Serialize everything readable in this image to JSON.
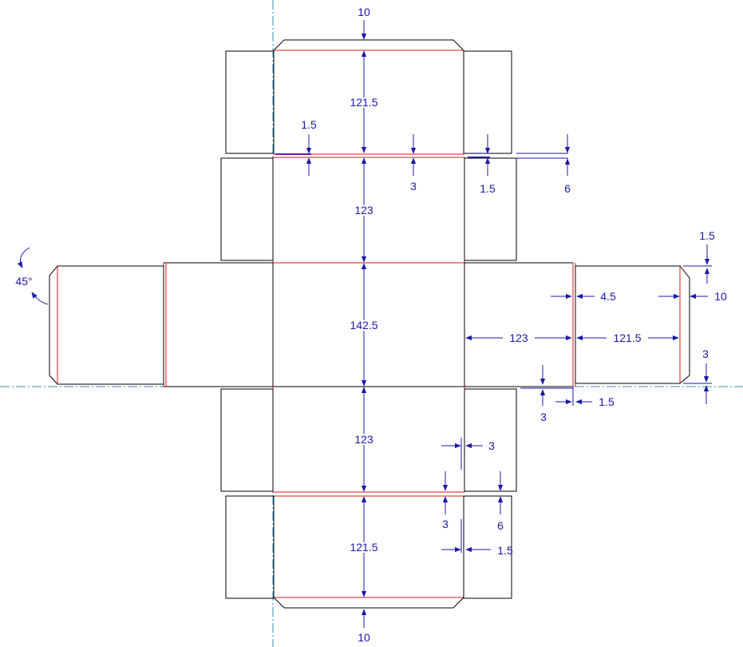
{
  "diagram": {
    "colors": {
      "cut_line": "#000000",
      "fold_line": "#d31a1a",
      "dimension": "#1a1aa8",
      "centerline": "#3a8fb0"
    },
    "labels": {
      "top_tuck_flap": "10",
      "top_tuck_panel": "121.5",
      "top_dust_gap": "1.5",
      "top_fold_offset": "3",
      "top_right_gap": "1.5",
      "top_right_flap": "6",
      "top_panel": "123",
      "front_panel": "142.5",
      "bottom_panel": "123",
      "bottom_tuck_panel": "121.5",
      "bottom_tuck_flap": "10",
      "bottom_gap_right": "3",
      "bottom_fold_offset": "3",
      "bottom_flap": "6",
      "bottom_gap": "1.5",
      "side_panel_width": "123",
      "glue_panel_width": "121.5",
      "glue_gap": "4.5",
      "glue_flap": "10",
      "glue_top_gap": "1.5",
      "glue_bottom_gap": "3",
      "side_bottom_offset": "3",
      "side_bottom_gap": "1.5",
      "angle": "45°"
    }
  }
}
